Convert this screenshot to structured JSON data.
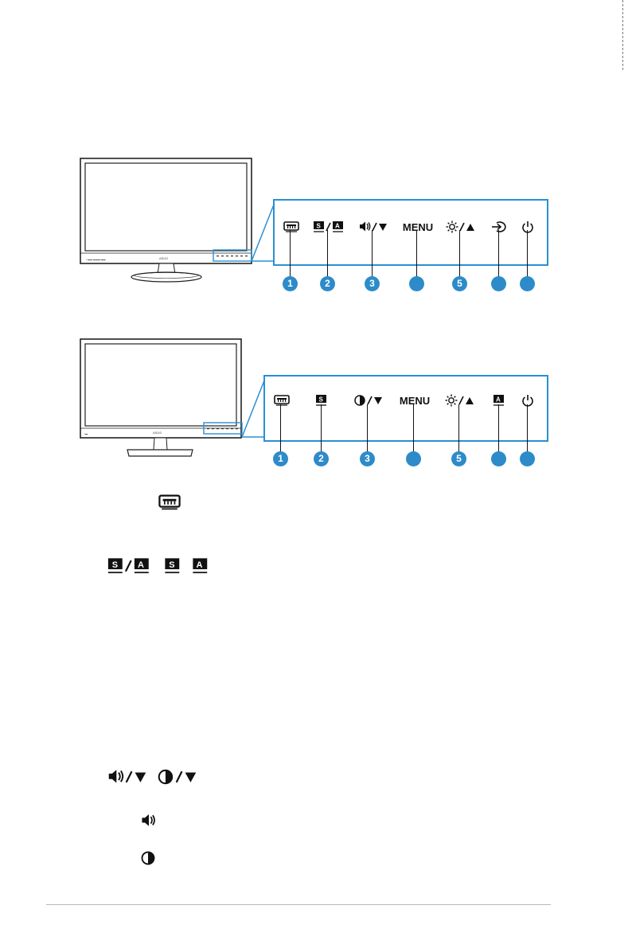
{
  "panel_a": {
    "buttons": [
      {
        "label": "",
        "icon": "menu-bar-icon"
      },
      {
        "label": "",
        "icon": "splendid-auto-icon"
      },
      {
        "label": "",
        "icon": "volume-down-icon"
      },
      {
        "label": "MENU",
        "icon": ""
      },
      {
        "label": "",
        "icon": "brightness-up-icon"
      },
      {
        "label": "",
        "icon": "input-select-icon"
      },
      {
        "label": "",
        "icon": "power-icon"
      }
    ],
    "numbers": [
      "1",
      "2",
      "3",
      "",
      "5",
      "",
      ""
    ]
  },
  "panel_b": {
    "buttons": [
      {
        "label": "",
        "icon": "menu-bar-icon"
      },
      {
        "label": "",
        "icon": "splendid-icon"
      },
      {
        "label": "",
        "icon": "contrast-down-icon"
      },
      {
        "label": "MENU",
        "icon": ""
      },
      {
        "label": "",
        "icon": "brightness-up-icon"
      },
      {
        "label": "",
        "icon": "auto-adjust-icon"
      },
      {
        "label": "",
        "icon": "power-icon"
      }
    ],
    "numbers": [
      "1",
      "2",
      "3",
      "",
      "5",
      "",
      ""
    ]
  },
  "colors": {
    "accent": "#2d8bc9",
    "callout_border": "#2a8fd4"
  }
}
